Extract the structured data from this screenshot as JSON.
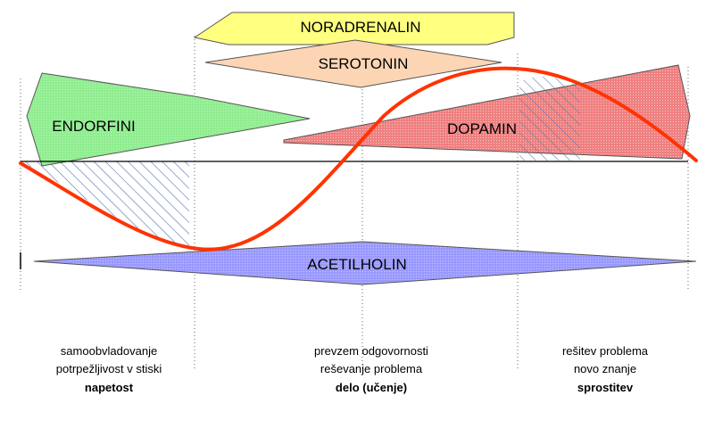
{
  "labels": {
    "noradrenalin": "NORADRENALIN",
    "serotonin": "SEROTONIN",
    "endorfini": "ENDORFINI",
    "dopamin": "DOPAMIN",
    "acetilholin": "ACETILHOLIN"
  },
  "phases": [
    {
      "line1": "samoobvladovanje",
      "line2": "potrpežljivost v stiski",
      "bold": "napetost"
    },
    {
      "line1": "prevzem odgovornosti",
      "line2": "reševanje problema",
      "bold": "delo (učenje)"
    },
    {
      "line1": "rešitev problema",
      "line2": "novo znanje",
      "bold": "sprostitev"
    }
  ],
  "colors": {
    "noradrenalin": "#ffff80",
    "serotonin": "#fcd5b4",
    "endorfini": "#90ee90",
    "dopamin": "#f08080",
    "acetilholin": "#9999ff",
    "curve": "#ff3300",
    "hatch": "#5a7fb0"
  }
}
